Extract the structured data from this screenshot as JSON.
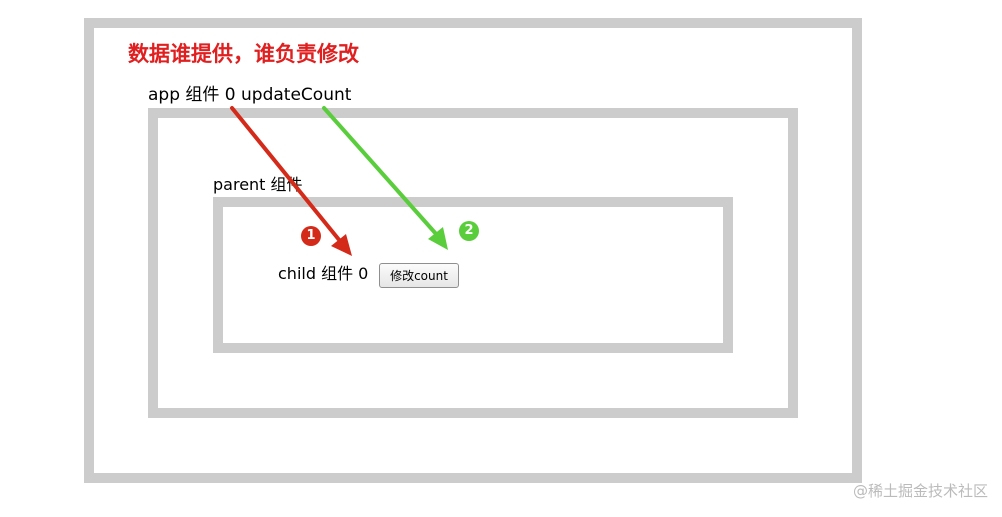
{
  "heading": "数据谁提供，谁负责修改",
  "app": {
    "label": "app 组件 0 updateCount"
  },
  "parent": {
    "label": "parent 组件"
  },
  "child": {
    "label": "child 组件 0",
    "button_label": "修改count"
  },
  "steps": [
    {
      "number": "1",
      "color": "#d42a1a"
    },
    {
      "number": "2",
      "color": "#5acd3c"
    }
  ],
  "watermark": "@稀土掘金技术社区",
  "colors": {
    "heading": "#e02020",
    "box_border": "#cccccc",
    "arrow_red": "#d42a1a",
    "arrow_green": "#5acd3c"
  }
}
